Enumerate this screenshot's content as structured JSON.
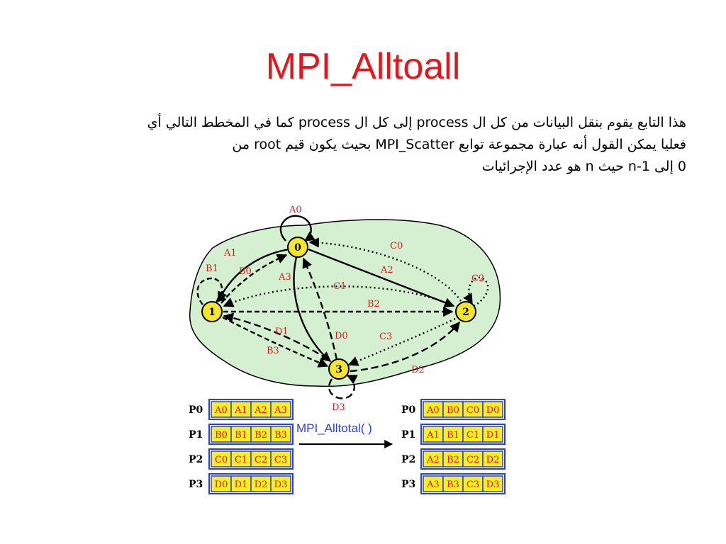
{
  "title": "MPI_Alltoall",
  "body_lines": [
    "هذا التابع يقوم بنقل البيانات من كل ال process إلى كل ال process كما في المخطط التالي أي",
    "فعليا يمكن القول أنه عبارة مجموعة توابع MPI_Scatter بحيث يكون قيم root من",
    "0 إلى n-1 حيث n هو عدد الإجرائيات"
  ],
  "graph": {
    "nodes": [
      "0",
      "1",
      "2",
      "3"
    ],
    "edge_labels": {
      "A0": "A0",
      "A1": "A1",
      "A2": "A2",
      "A3": "A3",
      "B0": "B0",
      "B1": "B1",
      "B2": "B2",
      "B3": "B3",
      "C0": "C0",
      "C1": "C1",
      "C2": "C2",
      "C3": "C3",
      "D0": "D0",
      "D1": "D1",
      "D2": "D2",
      "D3": "D3"
    }
  },
  "tables": {
    "before": {
      "rows": [
        {
          "label": "P0",
          "cells": [
            "A0",
            "A1",
            "A2",
            "A3"
          ]
        },
        {
          "label": "P1",
          "cells": [
            "B0",
            "B1",
            "B2",
            "B3"
          ]
        },
        {
          "label": "P2",
          "cells": [
            "C0",
            "C1",
            "C2",
            "C3"
          ]
        },
        {
          "label": "P3",
          "cells": [
            "D0",
            "D1",
            "D2",
            "D3"
          ]
        }
      ]
    },
    "after": {
      "rows": [
        {
          "label": "P0",
          "cells": [
            "A0",
            "B0",
            "C0",
            "D0"
          ]
        },
        {
          "label": "P1",
          "cells": [
            "A1",
            "B1",
            "C1",
            "D1"
          ]
        },
        {
          "label": "P2",
          "cells": [
            "A2",
            "B2",
            "C2",
            "D2"
          ]
        },
        {
          "label": "P3",
          "cells": [
            "A3",
            "B3",
            "C3",
            "D3"
          ]
        }
      ]
    },
    "arrow_label": "MPI_Alltotal( )"
  },
  "colors": {
    "title": "#e8141b",
    "region_fill": "#d4f0d0",
    "node_fill": "#f5e62c",
    "cell_fill": "#f7ee23",
    "cell_border": "#2a3fe0",
    "cell_text": "#e8141b",
    "edge_label": "#d42020"
  }
}
